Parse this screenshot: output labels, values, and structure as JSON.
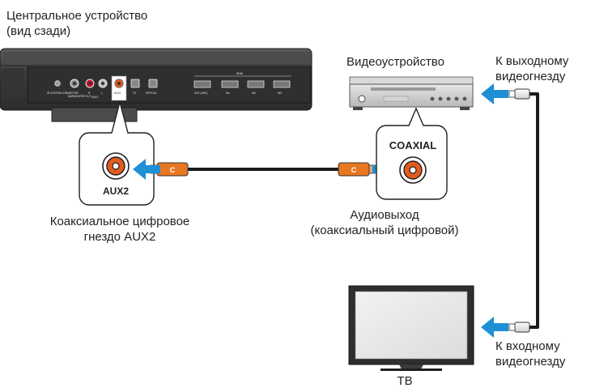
{
  "labels": {
    "center_unit": "Центральное устройство",
    "center_unit_sub": "(вид сзади)",
    "video_device": "Видеоустройство",
    "to_video_out": "К выходному",
    "to_video_out_2": "видеогнезду",
    "aux2_caption": "Коаксиальное цифровое",
    "aux2_caption_2": "гнездо AUX2",
    "audio_out": "Аудиовыход",
    "audio_out_2": "(коаксиальный цифровой)",
    "to_video_in": "К входному",
    "to_video_in_2": "видеогнезду",
    "tv": "ТВ",
    "aux2_jack": "AUX2",
    "coaxial_jack": "COAXIAL",
    "plug_letter": "C",
    "panel_hdmi": "HDMI",
    "panel_out_arc": "OUT (ARC)",
    "panel_in1": "IN1",
    "panel_in2": "IN2",
    "panel_in3": "IN3",
    "panel_tv": "TV",
    "panel_optical": "OPTICAL",
    "panel_aux2": "AUX2",
    "panel_r": "R",
    "panel_l": "L",
    "panel_aux1": "AUX1",
    "panel_subwoofer": "SUBWOOFER OUT",
    "panel_ir": "IR-SYSTEM CONNECTOR"
  },
  "colors": {
    "arrow": "#1f8fd6",
    "plug_orange": "#e87722",
    "jack_orange": "#e35b1f",
    "unit_dark": "#3c3d3f",
    "cable": "#1a1a1a"
  }
}
